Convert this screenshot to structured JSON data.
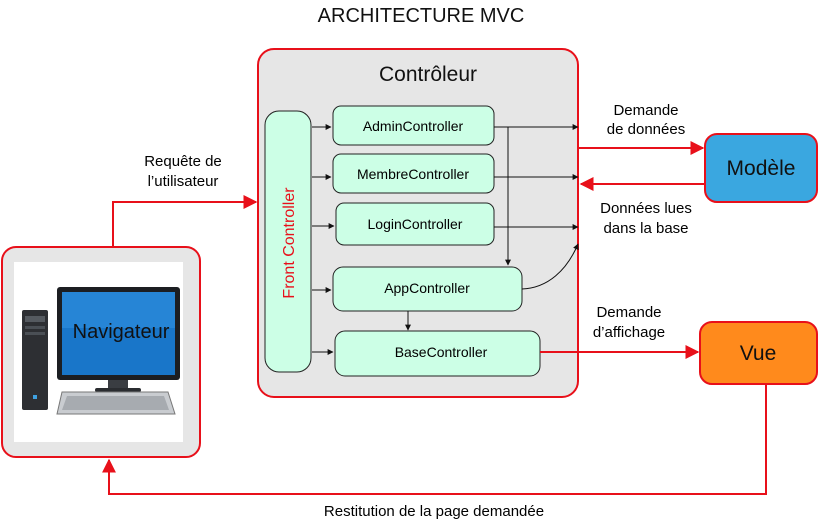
{
  "title": "ARCHITECTURE MVC",
  "controller": {
    "title": "Contrôleur",
    "front_controller": "Front Controller",
    "controllers": [
      "AdminController",
      "MembreController",
      "LoginController",
      "AppController",
      "BaseController"
    ]
  },
  "model": {
    "label": "Modèle"
  },
  "view": {
    "label": "Vue"
  },
  "browser": {
    "label": "Navigateur"
  },
  "arrows": {
    "user_request": [
      "Requête de",
      "l’utilisateur"
    ],
    "data_request": [
      "Demande",
      "de données"
    ],
    "data_read": [
      "Données lues",
      "dans la base"
    ],
    "display_request": [
      "Demande",
      "d’affichage"
    ],
    "page_return": "Restitution de la page demandée"
  },
  "colors": {
    "red": "#e8101a",
    "mint": "#ccffe6",
    "panel": "#e6e6e6",
    "model": "#3aa7e0",
    "view": "#ff8a1c"
  }
}
